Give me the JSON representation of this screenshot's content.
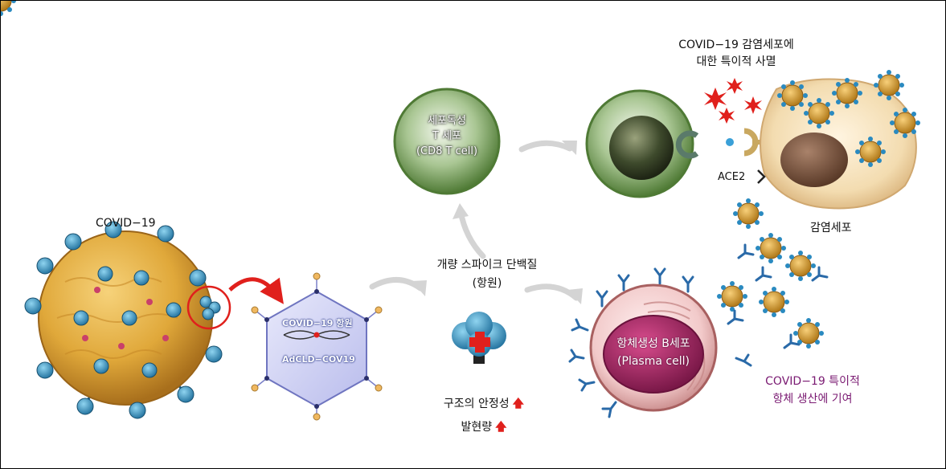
{
  "virus": {
    "label": "COVID−19"
  },
  "vector": {
    "line1": "COVID−19 항원",
    "line2": "AdCLD−COV19"
  },
  "antigen": {
    "line1": "개량 스파이크 단백질",
    "line2": "(항원)"
  },
  "stability": {
    "line1": "구조의 안정성",
    "line2": "발현량",
    "arrow": "🡅"
  },
  "tcell": {
    "line1": "세포독성",
    "line2": "T 세포",
    "line3": "(CD8 T cell)"
  },
  "killing": {
    "line1": "COVID−19 감염세포에",
    "line2": "대한 특이적 사멸"
  },
  "ace2": {
    "label": "ACE2"
  },
  "infected": {
    "label": "감염세포"
  },
  "plasma": {
    "line1": "항체생성 B세포",
    "line2": "(Plasma cell)"
  },
  "antibody": {
    "line1": "COVID−19 특이적",
    "line2": "항체 생산에 기여"
  },
  "colors": {
    "virus_body": "#e0a83a",
    "spike_blue": "#3d98c8",
    "tcell_green": "#6f9a4f",
    "plasma_magenta": "#a8306e",
    "hex_fill": "#cfd2f2",
    "accent_red": "#e0201c",
    "text_purple": "#7a1a72"
  }
}
